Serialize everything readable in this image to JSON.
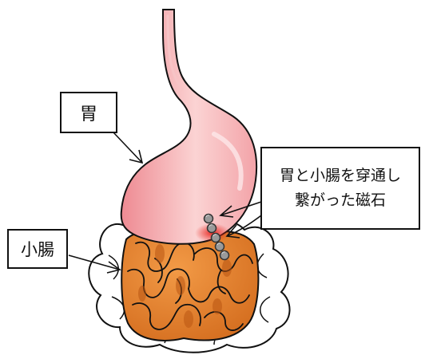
{
  "labels": {
    "stomach": "胃",
    "small_intestine": "小腸",
    "magnet_line1": "胃と小腸を穿通し",
    "magnet_line2": "繋がった磁石"
  },
  "colors": {
    "stomach_fill": "#f49aa0",
    "stomach_highlight": "#fbd3d3",
    "intestine_fill": "#e27a22",
    "intestine_shadow": "#b95512",
    "mesentery_fill": "#ffffff",
    "magnet_fill": "#9a9a9a",
    "perforation": "#e8241c",
    "outline": "#111111"
  },
  "magnet_count": 5
}
